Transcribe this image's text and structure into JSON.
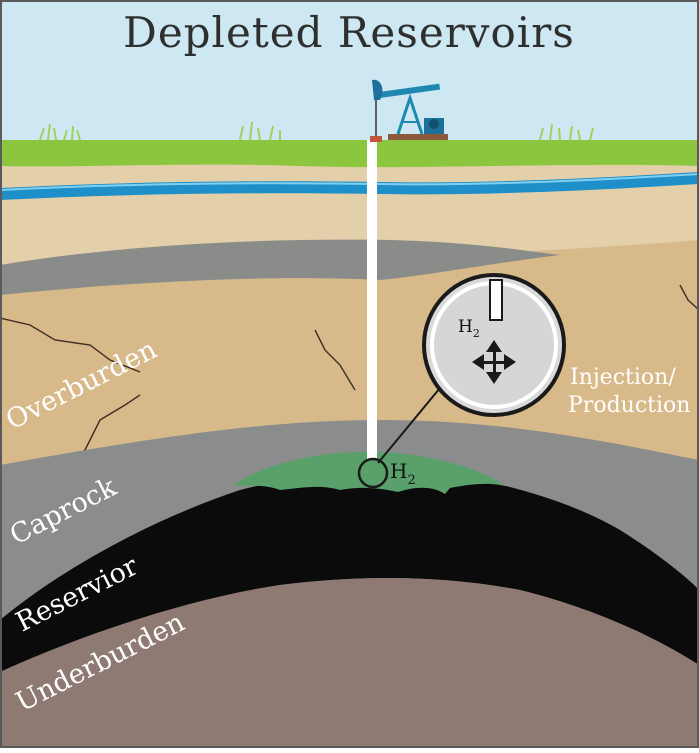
{
  "title": "Depleted Reservoirs",
  "labels": {
    "overburden": "Overburden",
    "caprock": "Caprock",
    "reservoir": "Reservior",
    "underburden": "Underburden",
    "injection_line1": "Injection/",
    "injection_line2": "Production"
  },
  "well": {
    "gas": "H",
    "subscript": "2"
  },
  "colors": {
    "sky": "#cde8f3",
    "grass": "#8cc63e",
    "soil": "#e3cfa9",
    "aquifer": "#1f8fc9",
    "shale_band": "#8a8c89",
    "overburden": "#d7b98a",
    "caprock": "#8b8d8c",
    "reservoir": "#0b0b0b",
    "gas_cap": "#5aa06a",
    "underburden": "#8e7a73"
  },
  "icons": [
    "pumpjack-icon",
    "flow-arrows-icon"
  ]
}
